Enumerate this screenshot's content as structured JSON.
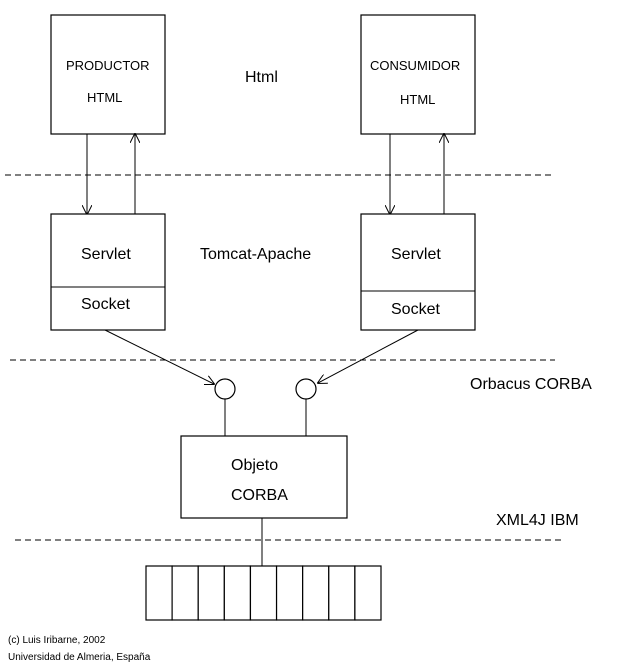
{
  "producer": {
    "line1": "PRODUCTOR",
    "line2": "HTML"
  },
  "consumer": {
    "line1": "CONSUMIDOR",
    "line2": "HTML"
  },
  "layers": {
    "html": "Html",
    "tomcat": "Tomcat-Apache",
    "orbacus": "Orbacus CORBA",
    "xml4j": "XML4J IBM"
  },
  "servlet_left": {
    "servlet": "Servlet",
    "socket": "Socket"
  },
  "servlet_right": {
    "servlet": "Servlet",
    "socket": "Socket"
  },
  "corba_object": {
    "line1": "Objeto",
    "line2": "CORBA"
  },
  "storage": {
    "cell_count": 9
  },
  "footer": {
    "line1": "(c) Luis Iribarne, 2002",
    "line2": "Universidad de Almeria, España"
  }
}
